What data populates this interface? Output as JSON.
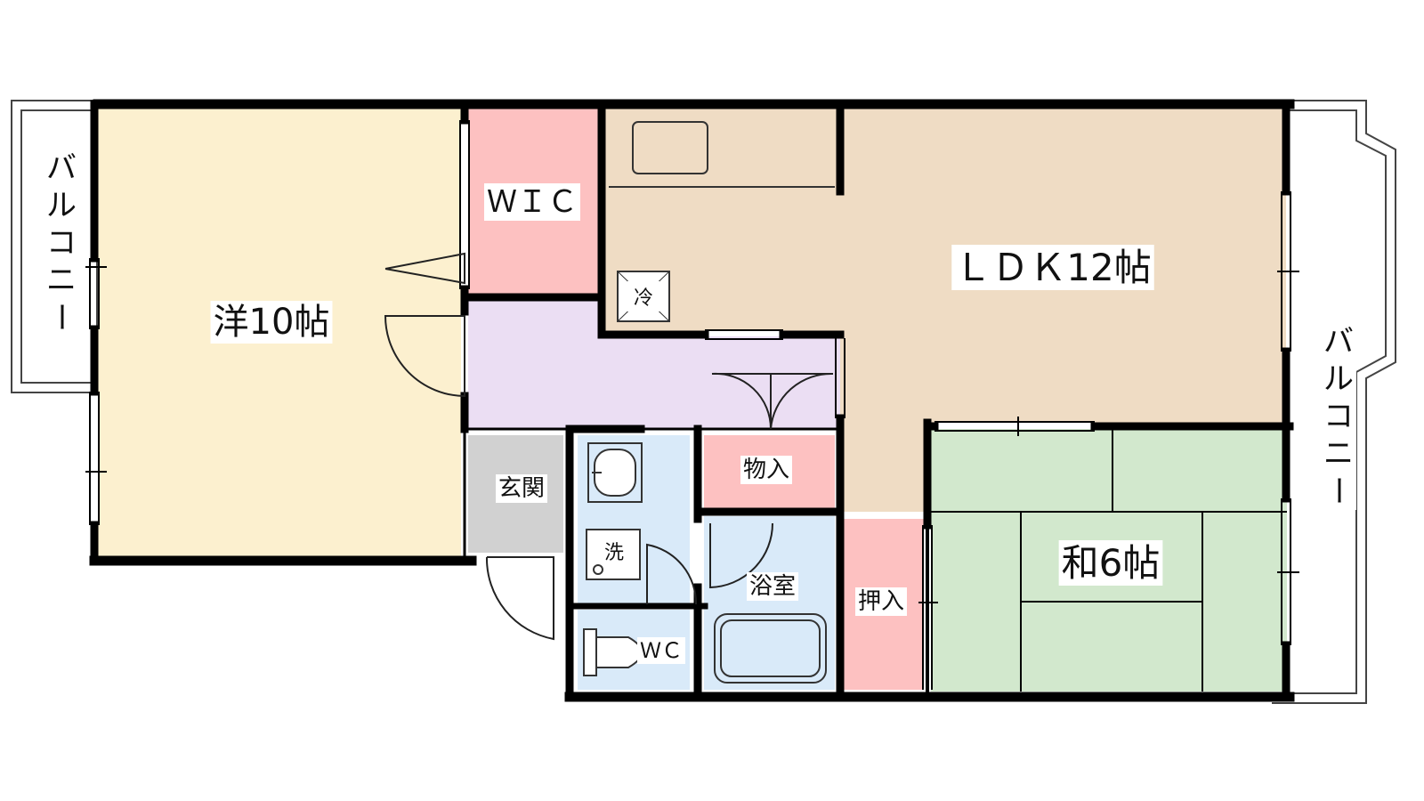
{
  "rooms": {
    "western": "洋10帖",
    "wic": "ＷＩＣ",
    "ldk": "ＬＤＫ12帖",
    "fridge": "冷",
    "entrance": "玄関",
    "storage": "物入",
    "washer": "洗",
    "bath": "浴室",
    "closet": "押入",
    "toilet": "ＷＣ",
    "japanese": "和6帖"
  },
  "balcony": {
    "left": [
      "バ",
      "ル",
      "コ",
      "ニ",
      "ー"
    ],
    "right": [
      "バ",
      "ル",
      "コ",
      "ニ",
      "ー"
    ]
  },
  "colors": {
    "western": "#fcf0cf",
    "wic": "#fdc1c1",
    "ldk": "#efdcc4",
    "hall": "#ebdef3",
    "entrance": "#d1d1d1",
    "wet": "#d9eaf9",
    "storage": "#fdc1c1",
    "closet": "#fdc1c1",
    "japanese": "#d2e8cd",
    "wall": "#000000"
  }
}
